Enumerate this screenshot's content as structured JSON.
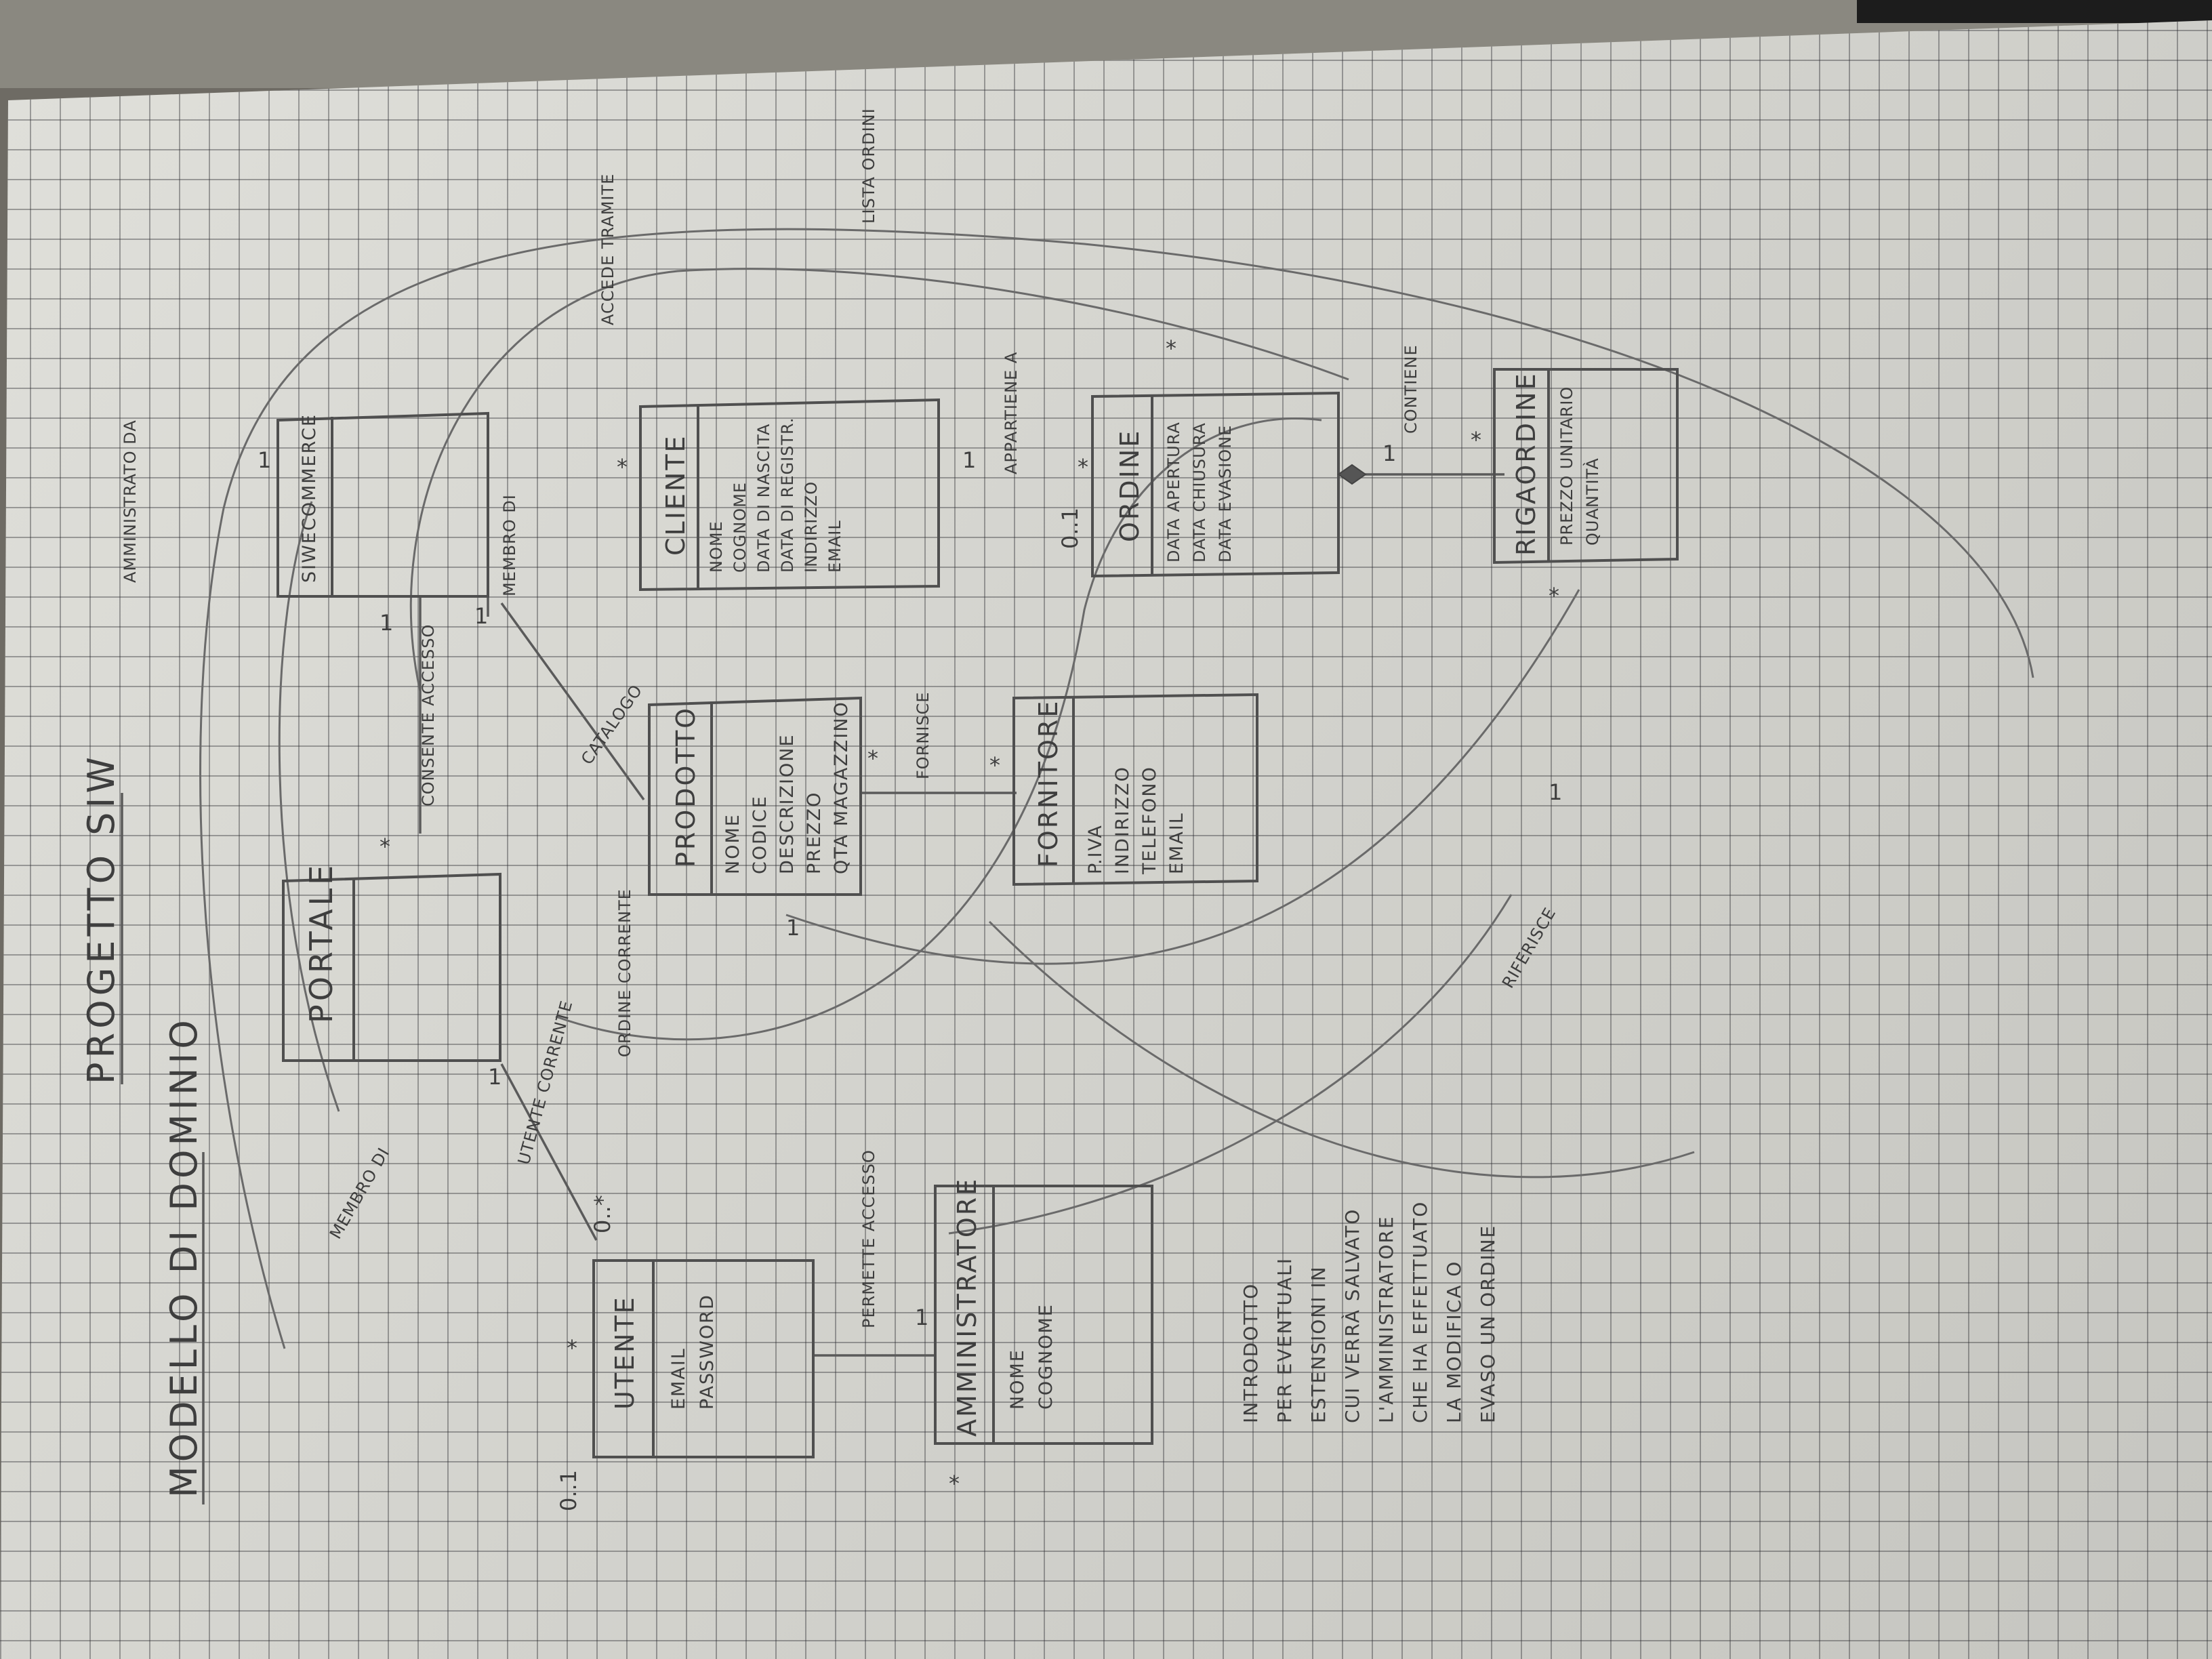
{
  "header": {
    "modello": "MODELLO DI DOMINIO",
    "progetto": "PROGETTO SIW"
  },
  "entities": {
    "portale": {
      "name": "PORTALE"
    },
    "utente": {
      "name": "UTENTE",
      "attributes": [
        "EMAIL",
        "PASSWORD"
      ]
    },
    "amministratore": {
      "name": "AMMINISTRATORE",
      "attributes": [
        "NOME",
        "COGNOME"
      ]
    },
    "prodotto": {
      "name": "PRODOTTO",
      "attributes": [
        "NOME",
        "CODICE",
        "DESCRIZIONE",
        "PREZZO",
        "QTA MAGAZZINO"
      ]
    },
    "fornitore": {
      "name": "FORNITORE",
      "attributes": [
        "P.IVA",
        "INDIRIZZO",
        "TELEFONO",
        "EMAIL"
      ]
    },
    "sivecommerce": {
      "name": "SIWECOMMERCE"
    },
    "cliente": {
      "name": "CLIENTE",
      "attributes": [
        "NOME",
        "COGNOME",
        "DATA DI NASCITA",
        "DATA DI REGISTR.",
        "INDIRIZZO",
        "EMAIL"
      ]
    },
    "ordine": {
      "name": "ORDINE",
      "attributes": [
        "DATA APERTURA",
        "DATA CHIUSURA",
        "DATA EVASIONE"
      ]
    },
    "rigaordine": {
      "name": "RIGAORDINE",
      "attributes": [
        "PREZZO UNITARIO",
        "QUANTITÀ"
      ]
    }
  },
  "relations": {
    "membro_di": "MEMBRO DI",
    "utente_corrente": "UTENTE CORRENTE",
    "permette_accesso": "PERMETTE ACCESSO",
    "consente_accesso": "CONSENTE ACCESSO",
    "catalogo": "CATALOGO",
    "fornisce": "FORNISCE",
    "ordine_corrente": "ORDINE CORRENTE",
    "amministrato_da": "AMMINISTRATO DA",
    "membro_di_2": "MEMBRO DI",
    "accede_tramite": "ACCEDE TRAMITE",
    "lista_ordini": "LISTA ORDINI",
    "appartiene_a": "APPARTIENE A",
    "contiene": "CONTIENE",
    "riferisce": "RIFERISCE"
  },
  "cardinalities": {
    "c_star": "*",
    "c_one": "1",
    "c_zero_one": "0..1",
    "c_zero_one_b": "0..*",
    "c_zero_dot_one": "0..1"
  },
  "note": {
    "lines": [
      "INTRODOTTO",
      "PER EVENTUALI",
      "ESTENSIONI IN",
      "CUI VERRÀ SALVATO",
      "L'AMMINISTRATORE",
      "CHE HA EFFETTUATO",
      "LA MODIFICA O",
      "EVASO UN ORDINE"
    ]
  }
}
